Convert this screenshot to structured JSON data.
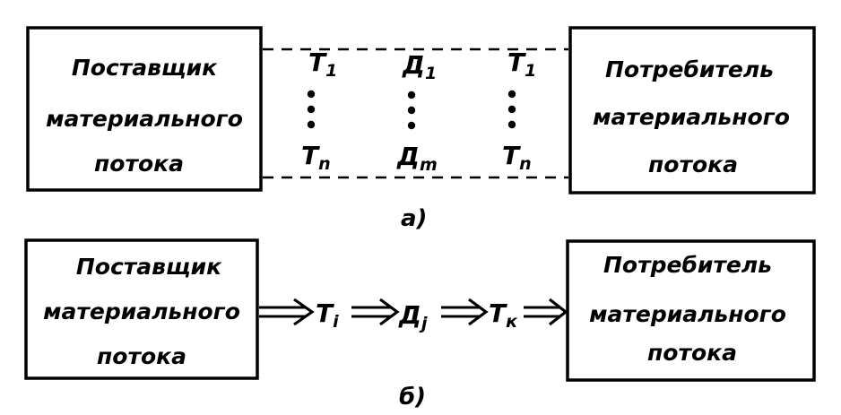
{
  "diagram_a": {
    "supplier_box": {
      "line1": "Поставщик",
      "line2": "материального",
      "line3": "потока"
    },
    "consumer_box": {
      "line1": "Потребитель",
      "line2": "материального",
      "line3": "потока"
    },
    "columns": [
      {
        "top": {
          "base": "Т",
          "sub": "1"
        },
        "bottom": {
          "base": "Т",
          "sub": "n"
        }
      },
      {
        "top": {
          "base": "Д",
          "sub": "1"
        },
        "bottom": {
          "base": "Д",
          "sub": "m"
        }
      },
      {
        "top": {
          "base": "Т",
          "sub": "1"
        },
        "bottom": {
          "base": "Т",
          "sub": "n"
        }
      }
    ],
    "caption": "а)"
  },
  "diagram_b": {
    "supplier_box": {
      "line1": "Поставщик",
      "line2": "материального",
      "line3": "потока"
    },
    "consumer_box": {
      "line1": "Потребитель",
      "line2": "материального",
      "line3": "потока"
    },
    "chain": [
      {
        "base": "Т",
        "sub": "i"
      },
      {
        "base": "Д",
        "sub": "j"
      },
      {
        "base": "Т",
        "sub": "к"
      }
    ],
    "caption": "б)"
  }
}
